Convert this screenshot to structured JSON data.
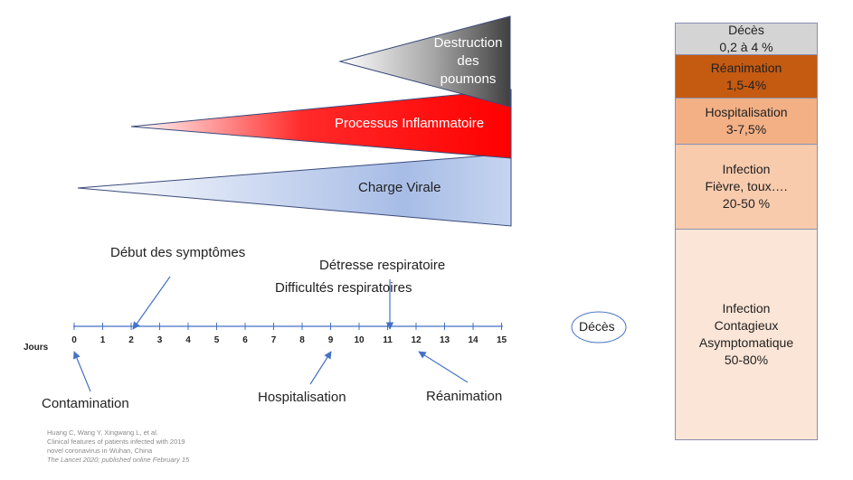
{
  "triangles": {
    "destruction": [
      "Destruction",
      "des",
      "poumons"
    ],
    "inflammation": "Processus Inflammatoire",
    "viral_load": "Charge Virale"
  },
  "timeline": {
    "axis_label": "Jours",
    "ticks": [
      "0",
      "1",
      "2",
      "3",
      "4",
      "5",
      "6",
      "7",
      "8",
      "9",
      "10",
      "11",
      "12",
      "13",
      "14",
      "15"
    ],
    "events": {
      "debut": "Début des symptômes",
      "detresse": "Détresse respiratoire",
      "difficultes": "Difficultés respiratoires",
      "contamination": "Contamination",
      "hospitalisation": "Hospitalisation",
      "reanimation": "Réanimation"
    },
    "deces_bubble": "Décès"
  },
  "severity_stack": [
    {
      "lines": [
        "Décès",
        "0,2  à 4 %"
      ],
      "color": "#d4d4d4"
    },
    {
      "lines": [
        "Réanimation",
        "1,5-4%"
      ],
      "color": "#c55a11"
    },
    {
      "lines": [
        "Hospitalisation",
        "3-7,5%"
      ],
      "color": "#f3b085"
    },
    {
      "lines": [
        "Infection",
        "Fièvre, toux….",
        "20-50 %"
      ],
      "color": "#f8cbad"
    },
    {
      "lines": [
        "Infection",
        "Contagieux",
        "Asymptomatique",
        "50-80%"
      ],
      "color": "#fbe5d6"
    }
  ],
  "citation": [
    "Huang C, Wang Y, Xingwang L, et al.",
    "Clinical features of patients infected with 2019",
    "novel coronavirus in Wuhan, China",
    "The Lancet 2020; published online February 15"
  ]
}
